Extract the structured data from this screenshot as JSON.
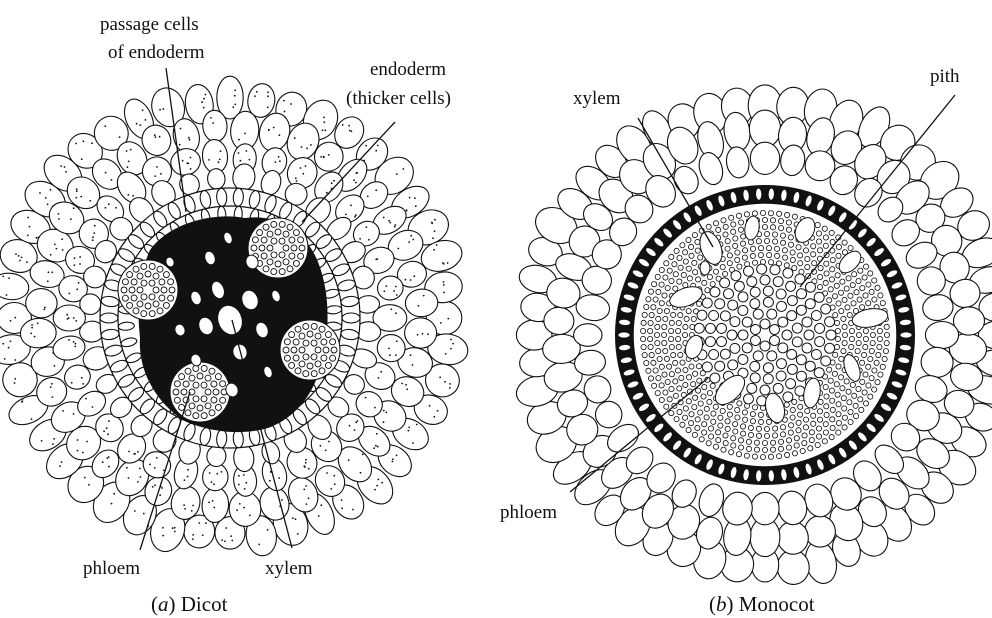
{
  "panels": [
    {
      "id": "a",
      "caption_letter": "a",
      "caption_text": "Dicot",
      "labels": {
        "passage_line1": "passage cells",
        "passage_line2": "of endoderm",
        "endoderm_line1": "endoderm",
        "endoderm_line2": "(thicker cells)",
        "phloem": "phloem",
        "xylem": "xylem"
      }
    },
    {
      "id": "b",
      "caption_letter": "b",
      "caption_text": "Monocot",
      "labels": {
        "xylem": "xylem",
        "pith": "pith",
        "phloem": "phloem"
      }
    }
  ],
  "colors": {
    "ink": "#111111",
    "background": "#ffffff",
    "cell_fill": "#ffffff"
  }
}
